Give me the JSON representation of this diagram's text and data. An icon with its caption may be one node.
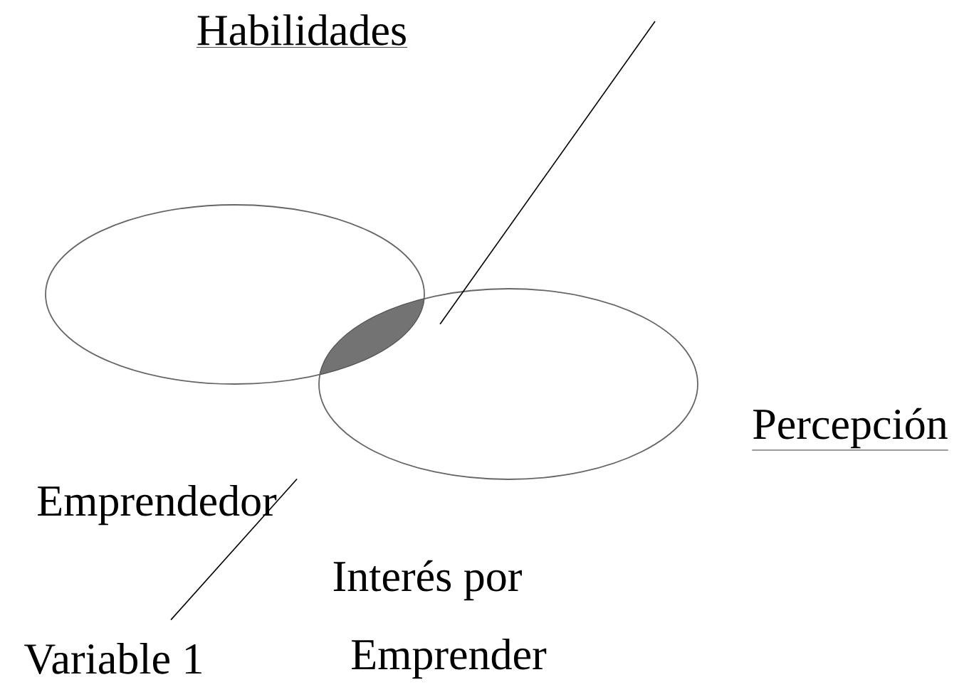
{
  "diagram": {
    "nodes": [
      {
        "text": [],
        "shape": "ellipse"
      },
      {
        "text": [],
        "shape": "ellipse"
      },
      {
        "text": [],
        "shape": "lens"
      },
      {
        "text": [
          "Emprendedor"
        ]
      },
      {
        "text": [
          "Variable 1"
        ]
      }
    ],
    "edges": [
      {
        "from": null,
        "to": 2,
        "arrow": "none"
      },
      {
        "from": 4,
        "to": 3,
        "arrow": "none"
      }
    ],
    "labels": [
      "Habilidades",
      "Percepción",
      "Interés por",
      "Emprender"
    ]
  }
}
